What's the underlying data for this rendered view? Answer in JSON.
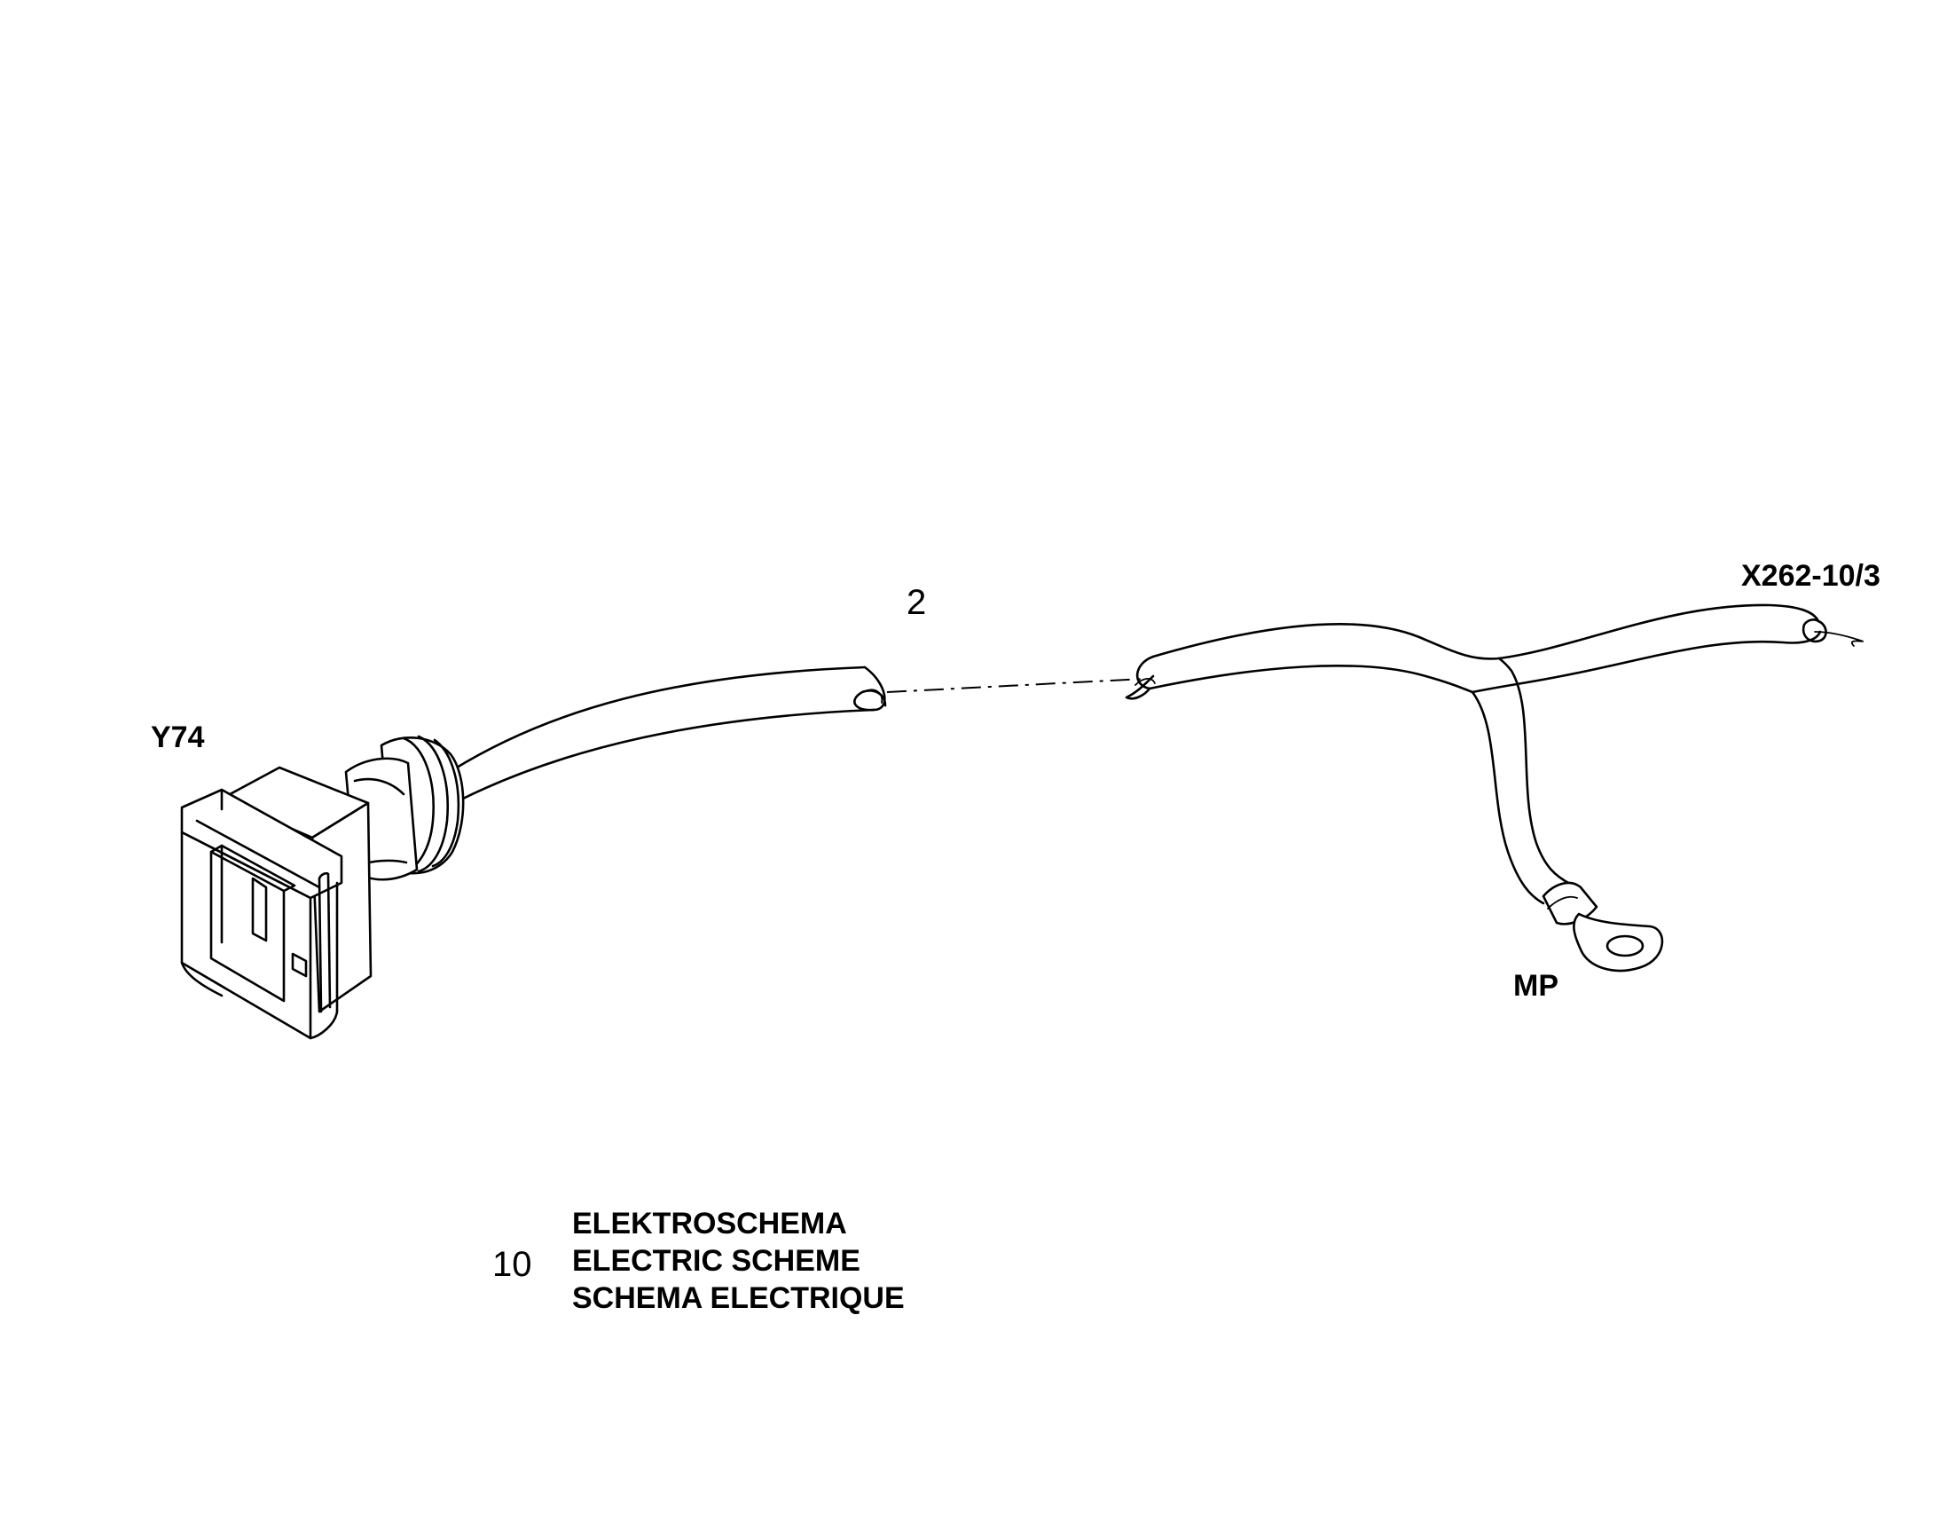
{
  "labels": {
    "connector_y74": "Y74",
    "cable_item": "2",
    "connector_x262": "X262-10/3",
    "ground_mp": "MP"
  },
  "legend": {
    "item_number": "10",
    "lines": [
      "ELEKTROSCHEMA",
      "ELECTRIC SCHEME",
      "SCHEMA ELECTRIQUE"
    ]
  },
  "colors": {
    "line": "#000000",
    "background": "#ffffff"
  }
}
